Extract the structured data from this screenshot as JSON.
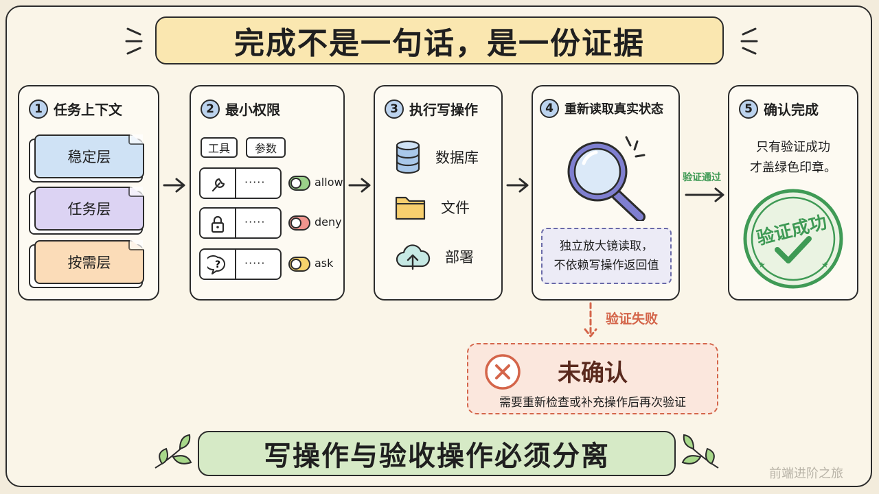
{
  "title": "完成不是一句话，是一份证据",
  "steps": [
    {
      "num": "1",
      "title": "任务上下文",
      "layers": [
        {
          "label": "稳定层",
          "color": "#cfe2f5"
        },
        {
          "label": "任务层",
          "color": "#dcd3f3"
        },
        {
          "label": "按需层",
          "color": "#fbdcb8"
        }
      ]
    },
    {
      "num": "2",
      "title": "最小权限",
      "chips": [
        "工具",
        "参数"
      ],
      "rows": [
        {
          "icon": "wrench-icon",
          "dots": "·····",
          "state": "allow",
          "color": "#9bd08a"
        },
        {
          "icon": "lock-icon",
          "dots": "·····",
          "state": "deny",
          "color": "#f0958e"
        },
        {
          "icon": "question-icon",
          "dots": "·····",
          "state": "ask",
          "color": "#f6d36c"
        }
      ]
    },
    {
      "num": "3",
      "title": "执行写操作",
      "resources": [
        {
          "icon": "database-icon",
          "label": "数据库"
        },
        {
          "icon": "folder-icon",
          "label": "文件"
        },
        {
          "icon": "cloud-upload-icon",
          "label": "部署"
        }
      ]
    },
    {
      "num": "4",
      "title": "重新读取真实状态",
      "note": [
        "独立放大镜读取，",
        "不依赖写操作返回值"
      ]
    },
    {
      "num": "5",
      "title": "确认完成",
      "desc": [
        "只有验证成功",
        "才盖绿色印章。"
      ],
      "stamp": "验证成功"
    }
  ],
  "pass_label": "验证通过",
  "fail_label": "验证失败",
  "unconfirmed": {
    "title": "未确认",
    "desc": "需要重新检查或补充操作后再次验证"
  },
  "bottom": "写操作与验收操作必须分离",
  "watermark": "前端进阶之旅",
  "colors": {
    "title_bg": "#fae7b0",
    "bottom_bg": "#d6eac6",
    "fail": "#d4654a",
    "stamp": "#3f9a55",
    "step_badge": "#bcd3ee"
  }
}
